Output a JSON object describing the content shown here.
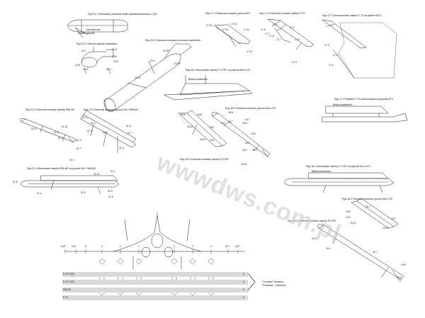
{
  "captions": {
    "c1": "Rys.21.1 Sterowany zasobnik walki radioelektronicznej Ł-203",
    "c2": "Rys.23.2 Szkielet kopułki zasobnika",
    "c3": "Rys.23.2 Schemat montażu przewodu zasobnika",
    "c4": "Rys.17.3 Schemat montażu pylonu ATV",
    "c5": "Rys.17.4 Schemat montażu rakiety P-73",
    "c6": "Rys.17.2 Zamocowanie rakiety P-73 na pylonie BCV",
    "c7": "Rys.18.1 Mocowanie rakiety P-273P, na pylonie AKU-470",
    "c8": "Rys.17.1 Rakieta P-73 zamocowana na pylonie ATV",
    "c9": "Rys.21.3 Schemat montażu rakiety P88-AE",
    "c10": "Rys.21.2 Schemat montażu pylonu AKY-P88-AE",
    "c11": "Rys.18.2 Schemat montażu pylonu AKU-470",
    "c12": "Rys.18.3 Schemat montażu rakiety P-273P",
    "c13": "Rys.21.1 Mocowanie rakiety P88-AE na pylonie AKY-P88-AE",
    "c14": "Rys.18.1 Mocowanie rakiety P-273P na pylonie AKU-470",
    "c15": "Rys.18.2 Schemat montażu pylonu AKU-470",
    "c16": "Rys.18.3 Schemat montażu rakiety P-273P"
  },
  "labels": {
    "kierunek": "Kierunek lotu",
    "szkielet": "Szkielet kopułki",
    "belka1": "Belka podwieszeń",
    "belka2": "Belka podwieszeń",
    "belka3": "Belka podwieszeń",
    "legend_line1": "Complete Versions:",
    "legend_line2": "\"Podeńka - Podeńka\""
  },
  "watermark": "wwwdws.com.pl",
  "callouts": [
    "23.7",
    "23.4",
    "23.6",
    "23.5",
    "23.3",
    "23.2",
    "23.8",
    "23.3P",
    "23.2",
    "23.8P",
    "23.1P",
    "17.10",
    "17.11",
    "17.10",
    "17.11",
    "17.12",
    "17.1",
    "17.2",
    "17.7",
    "17.7",
    "17.5",
    "17.6",
    "17.8",
    "17.9",
    "17.9",
    "17.3",
    "17.4",
    "21.8",
    "21.10",
    "21.6",
    "21.5",
    "21.4",
    "21.9",
    "21.7",
    "21.2",
    "21.1",
    "21.3",
    "21.7",
    "21.8",
    "21.9",
    "21.3",
    "18.9",
    "18.8",
    "18.10",
    "18.11",
    "18.1",
    "18.2",
    "18.7",
    "18.5",
    "18.7",
    "19.1",
    "18.5",
    "18.6",
    "18.3",
    "18.4",
    "18.2",
    "18.10",
    "21.8",
    "21.4",
    "21.6",
    "21.10",
    "21.2",
    "21.8",
    "21.1",
    "19.7",
    "19.8",
    "19.9",
    "19.10",
    "19.7",
    "19.10",
    "19.4",
    "19.7",
    "19.2",
    "19.5",
    "19.6"
  ],
  "stations": [
    "OUT",
    "OUT",
    "8",
    "4",
    "2",
    "1",
    "2",
    "3",
    "5",
    "ECT",
    "OUT"
  ],
  "loadout_rows": [
    {
      "name": "P-27P (ЭР)",
      "count": "6"
    },
    {
      "name": "P-27Т (ЭТ)",
      "count": "6"
    },
    {
      "name": "P88-AE",
      "count": "6"
    },
    {
      "name": "P-73",
      "count": "6"
    }
  ],
  "colors": {
    "line": "#1a1a1a",
    "band": "#d9d9d9",
    "watermark": "#c8c8c8"
  }
}
